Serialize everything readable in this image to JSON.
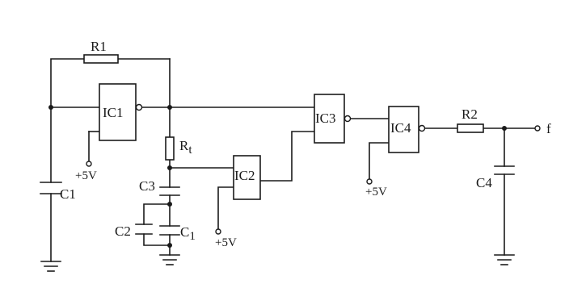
{
  "labels": {
    "r1": "R1",
    "r2": "R2",
    "rx": "R",
    "rx_sub": "t",
    "c1": "C1",
    "c2": "C2",
    "c3": "C3",
    "c4": "C4",
    "c1b": "C",
    "c1b_sub": "1",
    "ic1": "IC1",
    "ic2": "IC2",
    "ic3": "IC3",
    "ic4": "IC4",
    "vcc_ic1": "+5V",
    "vcc_ic2": "+5V",
    "vcc_ic4": "+5V",
    "output": "f"
  }
}
